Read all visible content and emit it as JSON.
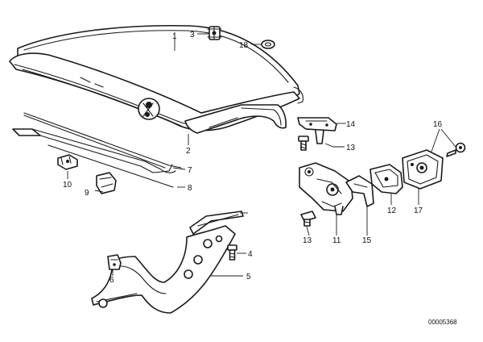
{
  "callouts": [
    "1",
    "2",
    "3",
    "4",
    "5",
    "6",
    "7",
    "8",
    "9",
    "10",
    "11",
    "12",
    "13",
    "13",
    "14",
    "15",
    "16",
    "17",
    "18"
  ],
  "reference_code": "00005368"
}
